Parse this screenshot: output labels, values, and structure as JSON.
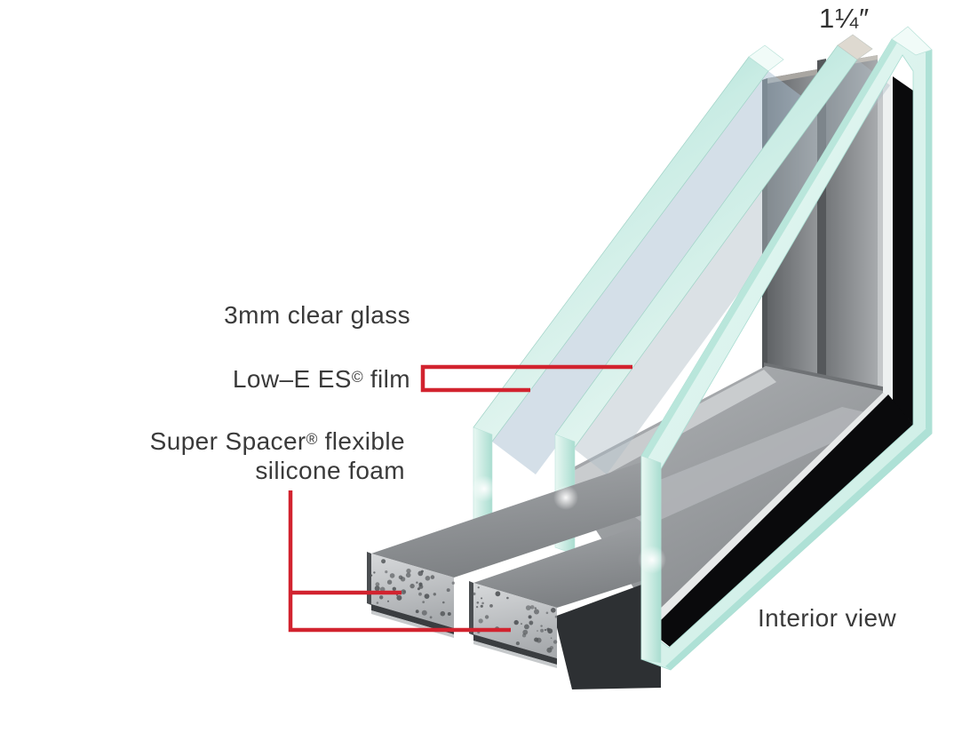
{
  "diagram": {
    "dimension_label": "1¼″",
    "labels": {
      "glass": "3mm clear glass",
      "film_name": "Low–E ES",
      "film_symbol": "©",
      "film_suffix": " film",
      "spacer_brand": "Super Spacer",
      "spacer_symbol": "®",
      "spacer_suffix": " flexible",
      "spacer_line2": "silicone foam",
      "view": "Interior view"
    },
    "colors": {
      "leader_red": "#d2232f",
      "label_text": "#3a3a3a",
      "glass_edge_mint": "#bfe8df",
      "glass_face_blue": "#a9c0d1",
      "seal_black": "#0a0a0c",
      "spacer_gray": "#8e9194",
      "foam_gray": "#cfd2d4",
      "background": "#ffffff"
    }
  }
}
